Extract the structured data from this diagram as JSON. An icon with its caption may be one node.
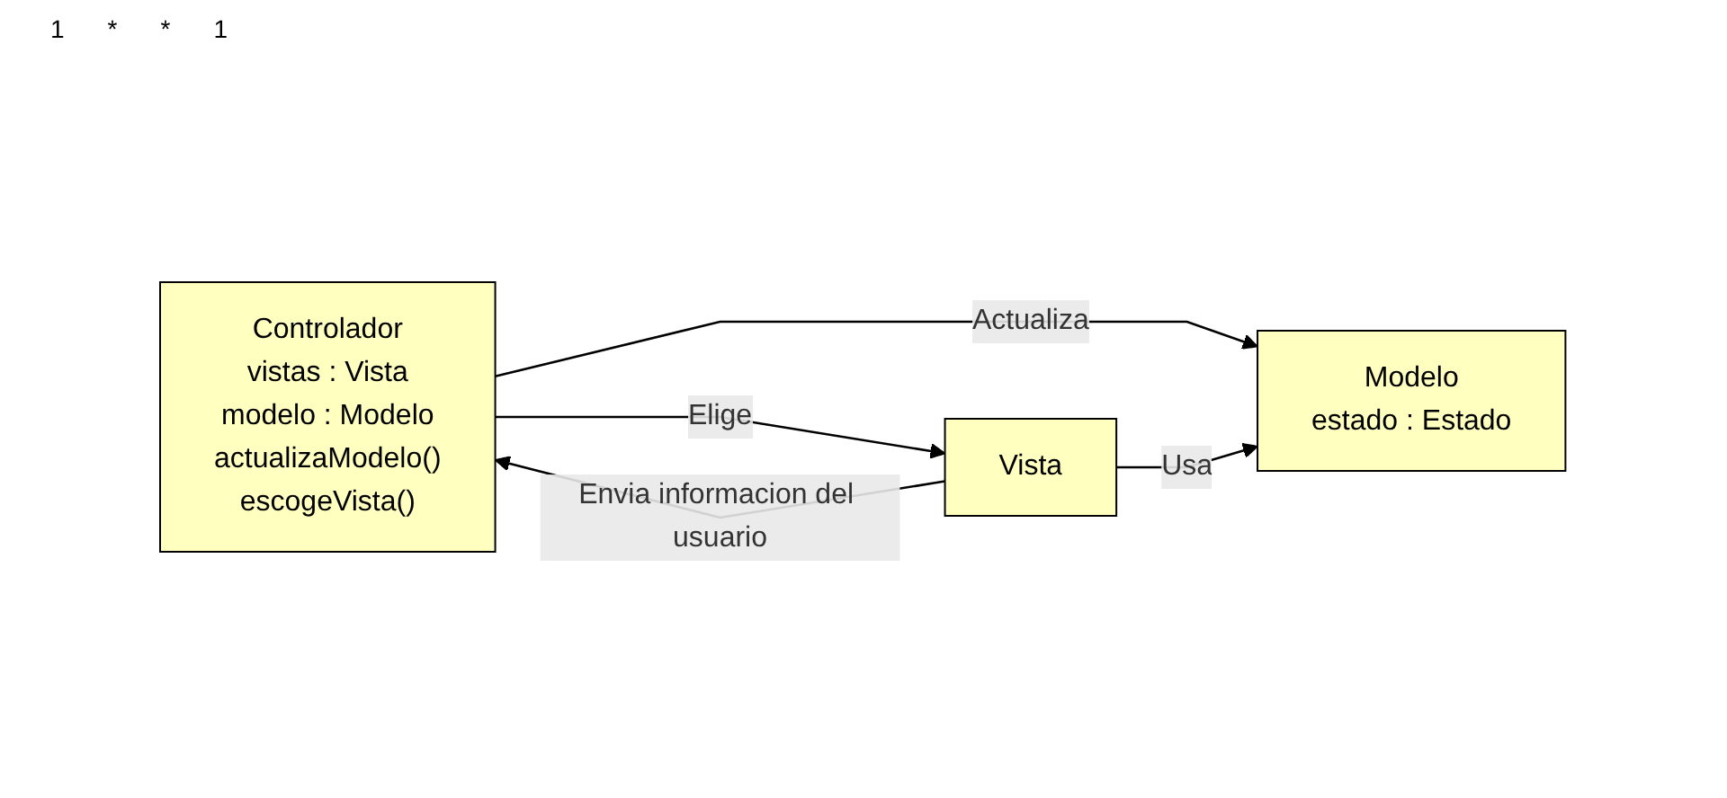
{
  "diagram": {
    "nodes": [
      {
        "text": [
          "Controlador",
          "vistas : Vista",
          "modelo : Modelo",
          "actualizaModelo()",
          "escogeVista()"
        ]
      },
      {
        "text": [
          "Vista"
        ]
      },
      {
        "text": [
          "Modelo",
          "estado : Estado"
        ]
      }
    ],
    "edges": [
      {
        "from": 1,
        "to": 0,
        "arrow": "to",
        "label": "Envia informacion del usuario"
      },
      {
        "from": 0,
        "to": 1,
        "arrow": "to",
        "label": "Elige"
      },
      {
        "from": 0,
        "to": 2,
        "arrow": "to",
        "label": "Actualiza"
      },
      {
        "from": 1,
        "to": 2,
        "arrow": "to",
        "label": "Usa"
      }
    ],
    "labels": [
      "1",
      "*",
      "*",
      "1"
    ]
  }
}
